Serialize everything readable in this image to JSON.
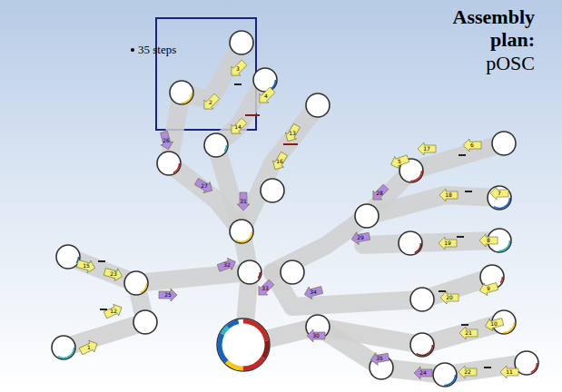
{
  "diagram": {
    "title": "Assembly plan:",
    "labels": [
      "pOSC",
      "35 steps",
      "3",
      "2",
      "4",
      "14",
      "13",
      "16",
      "6",
      "17",
      "5",
      "7",
      "18",
      "8",
      "19",
      "9",
      "20",
      "10",
      "21",
      "11",
      "22",
      "15",
      "23",
      "12",
      "1",
      "26",
      "27",
      "31",
      "25",
      "32",
      "33",
      "34",
      "30",
      "28",
      "29",
      "35",
      "24"
    ]
  }
}
